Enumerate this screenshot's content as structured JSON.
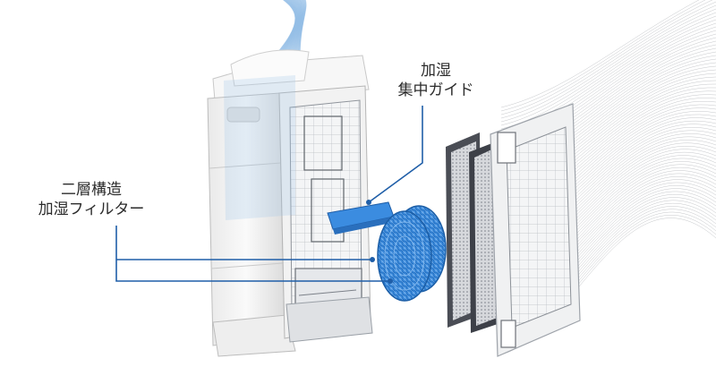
{
  "callouts": {
    "guide": {
      "line1": "加湿",
      "line2": "集中ガイド"
    },
    "filter": {
      "line1": "二層構造",
      "line2": "加湿フィルター"
    }
  },
  "colors": {
    "leader_line": "#1f5ea8",
    "filter_blue": "#2f82d6",
    "guide_blue": "#3b8ce0",
    "airflow": "#9cc3e6",
    "body_white": "#f3f3f3",
    "outline_gray": "#b7b7b7",
    "dark_filter": "#4a4d55"
  }
}
